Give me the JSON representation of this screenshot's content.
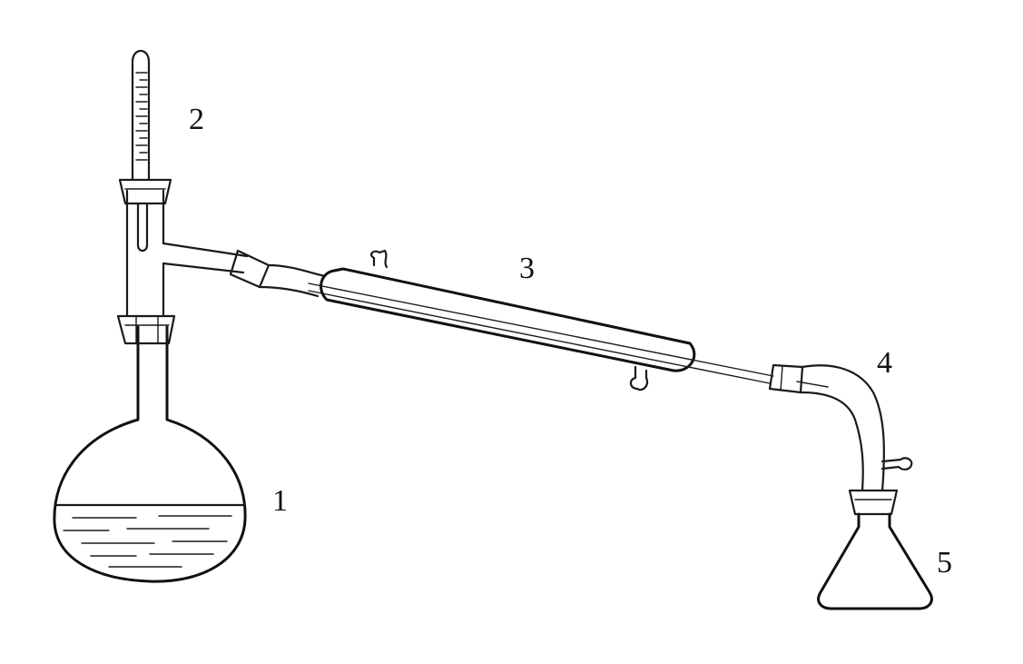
{
  "labels": {
    "flask": "1",
    "thermometer": "2",
    "condenser": "3",
    "adapter": "4",
    "receiver": "5"
  },
  "colors": {
    "ink": "#1a1a1a",
    "background": "#ffffff"
  }
}
